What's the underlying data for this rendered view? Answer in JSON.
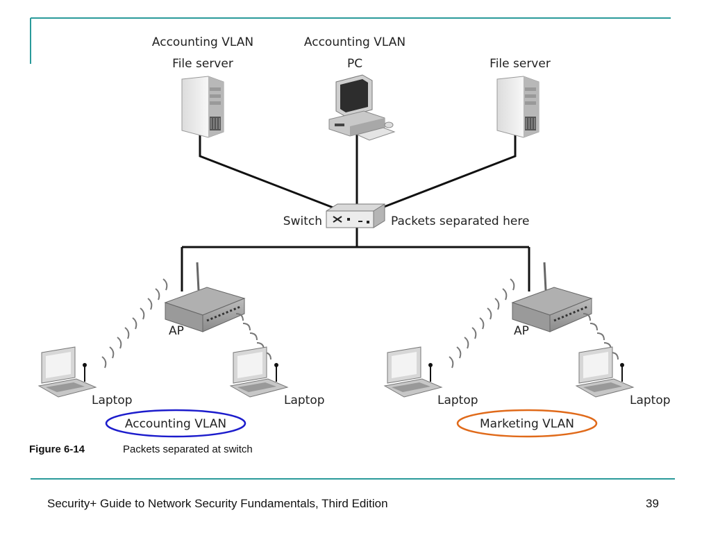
{
  "labels": {
    "server_left_vlan": "Accounting VLAN",
    "server_left_name": "File server",
    "pc_vlan": "Accounting VLAN",
    "pc_name": "PC",
    "server_right_name": "File server",
    "switch": "Switch",
    "switch_note": "Packets separated here",
    "ap_left": "AP",
    "ap_right": "AP",
    "laptop_1": "Laptop",
    "laptop_2": "Laptop",
    "laptop_3": "Laptop",
    "laptop_4": "Laptop",
    "vlan_left": "Accounting VLAN",
    "vlan_right": "Marketing VLAN"
  },
  "caption": {
    "figure": "Figure 6-14",
    "text": "Packets separated at switch"
  },
  "footer": {
    "title": "Security+ Guide to Network Security Fundamentals, Third Edition",
    "page": "39"
  },
  "colors": {
    "accent_rule": "#2a9a9a",
    "accounting_ellipse": "#1c1ccc",
    "marketing_ellipse": "#e06a1a"
  }
}
